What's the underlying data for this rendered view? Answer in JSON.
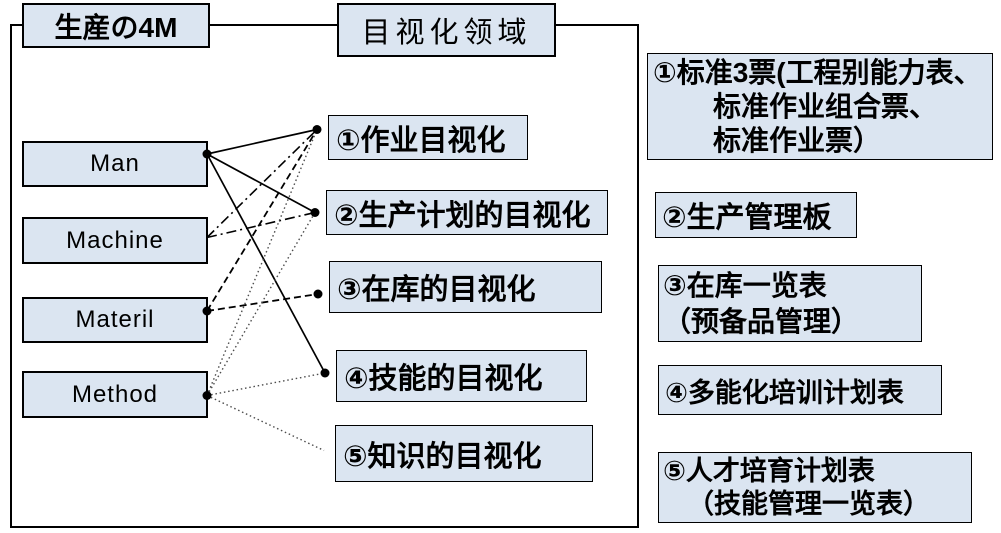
{
  "header": {
    "left_title": "生産の4M",
    "right_title": "目视化领域"
  },
  "factors": [
    {
      "label": "Man"
    },
    {
      "label": "Machine"
    },
    {
      "label": "Materil"
    },
    {
      "label": "Method"
    }
  ],
  "areas": [
    {
      "label": "①作业目视化"
    },
    {
      "label": "②生产计划的目视化"
    },
    {
      "label": "③在库的目视化"
    },
    {
      "label": "④技能的目视化"
    },
    {
      "label": "⑤知识的目视化"
    }
  ],
  "tools": [
    {
      "lines": [
        "①标准3票(工程别能力表、",
        "标准作业组合票、",
        "标准作业票）"
      ]
    },
    {
      "lines": [
        "②生产管理板"
      ]
    },
    {
      "lines": [
        "③在库一览表",
        "（预备品管理）"
      ]
    },
    {
      "lines": [
        "④多能化培训计划表"
      ]
    },
    {
      "lines": [
        "⑤人才培育计划表",
        "（技能管理一览表）"
      ]
    }
  ],
  "connections": [
    {
      "from": 0,
      "to": 0,
      "style": "solid"
    },
    {
      "from": 0,
      "to": 1,
      "style": "solid"
    },
    {
      "from": 0,
      "to": 3,
      "style": "solid"
    },
    {
      "from": 1,
      "to": 0,
      "style": "dashdot"
    },
    {
      "from": 1,
      "to": 1,
      "style": "dashdot"
    },
    {
      "from": 2,
      "to": 0,
      "style": "dashed"
    },
    {
      "from": 2,
      "to": 2,
      "style": "dashed"
    },
    {
      "from": 3,
      "to": 0,
      "style": "dotted"
    },
    {
      "from": 3,
      "to": 1,
      "style": "dotted"
    },
    {
      "from": 3,
      "to": 3,
      "style": "dotted"
    },
    {
      "from": 3,
      "to": 4,
      "style": "dotted"
    }
  ],
  "bullets": {
    "factor_dots": [
      0,
      2,
      3
    ],
    "area_dots": [
      0,
      1,
      2,
      3
    ]
  },
  "colors": {
    "box_fill": "#dbe5f1",
    "box_border": "#000000",
    "line": "#000000",
    "dotted_line": "#4d4d4d"
  }
}
